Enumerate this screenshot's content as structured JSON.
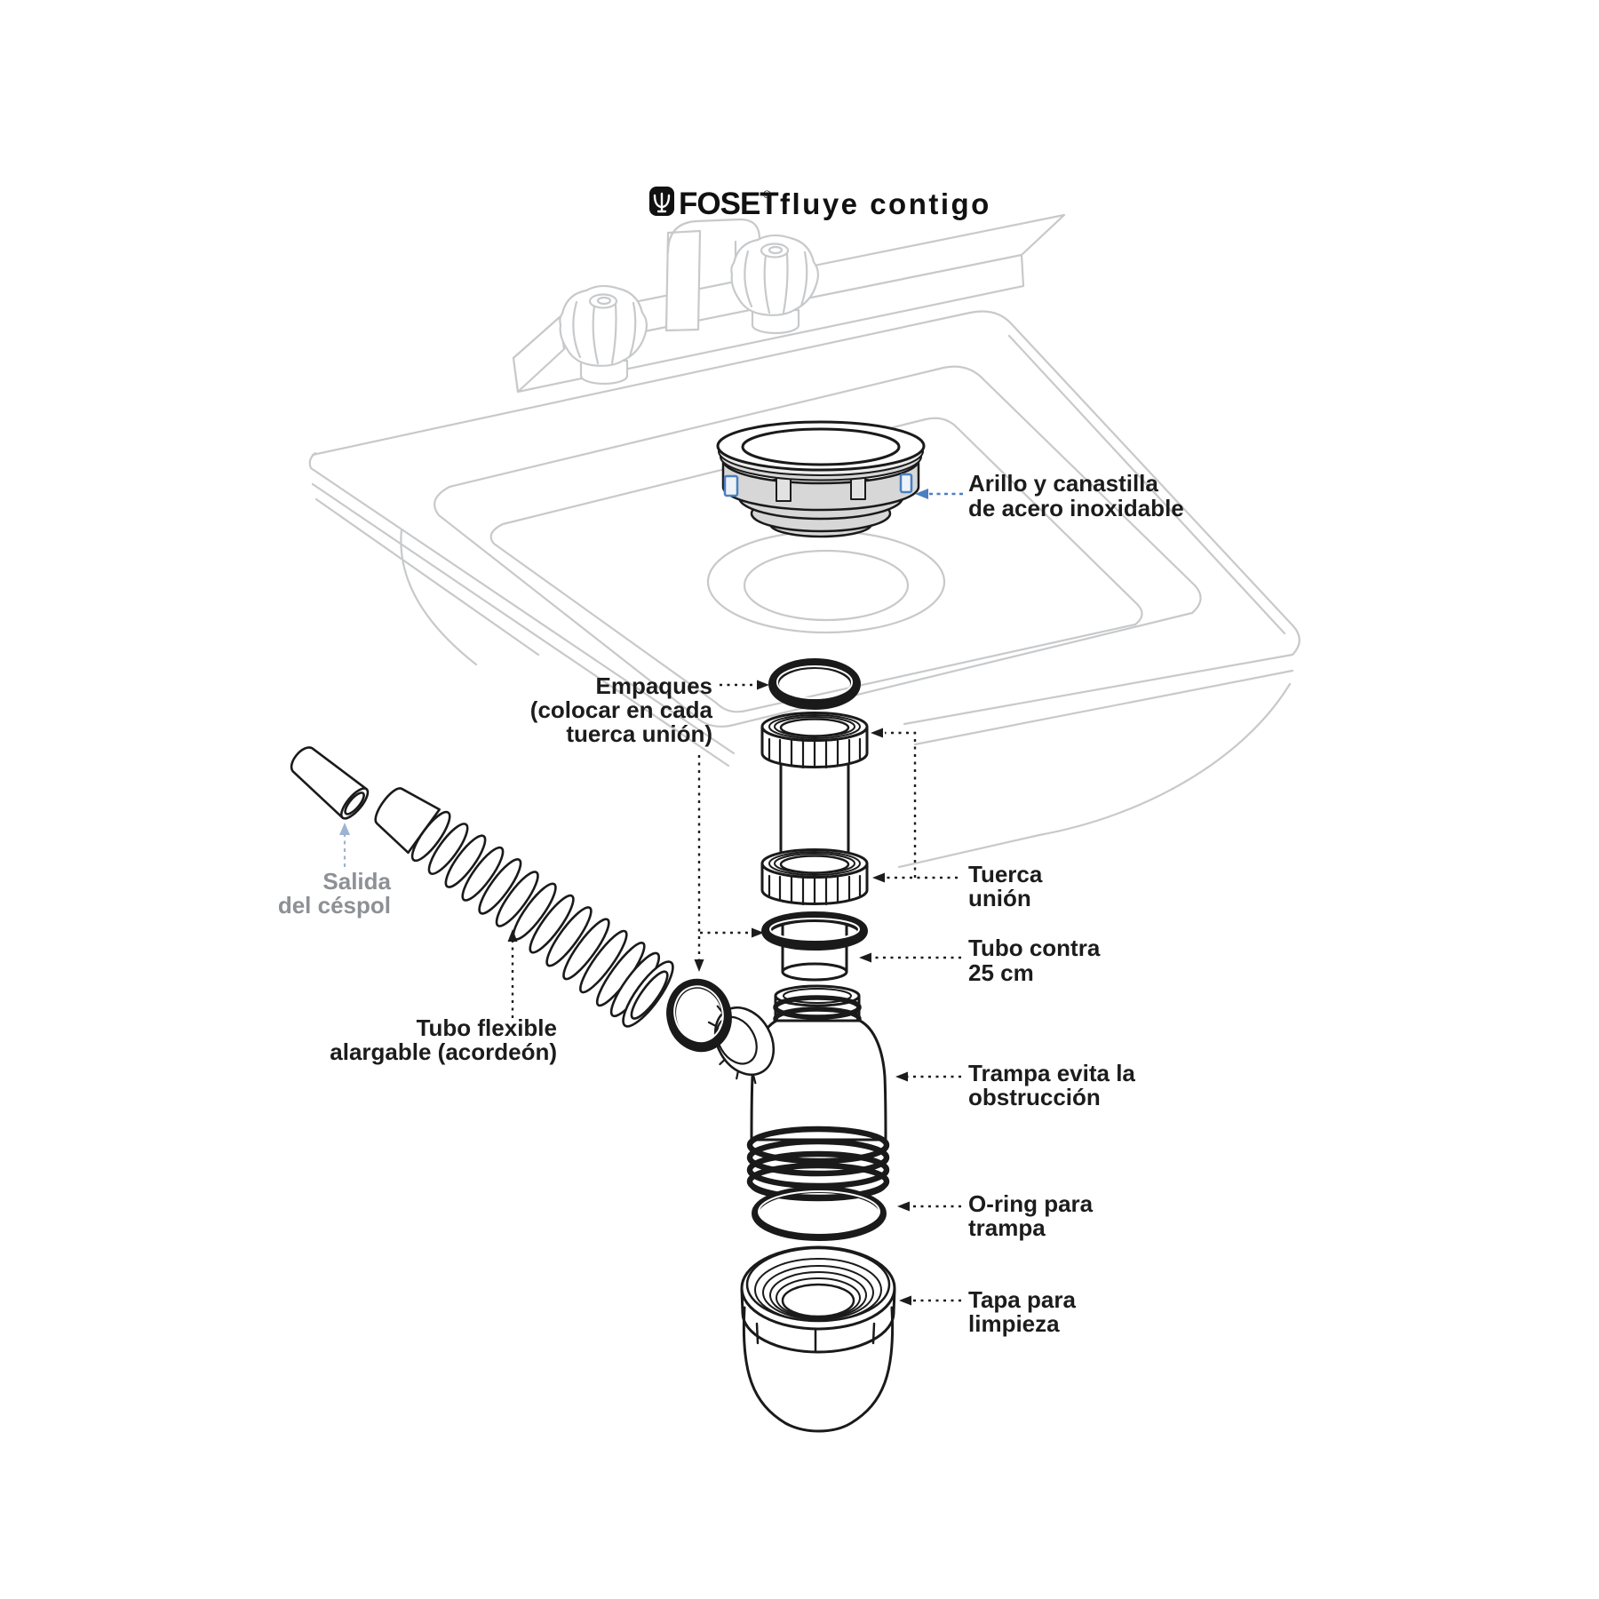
{
  "header": {
    "brand": "FOSET",
    "registered": "®",
    "tagline": "fluye contigo",
    "logo_icon": "foset-trident-icon"
  },
  "colors": {
    "part_line": "#1a1a1a",
    "sink_line": "#c7c9cb",
    "flange_fill": "#d7d7d7",
    "accent_blue": "#4a7fc1",
    "soft_blue": "#9db4d0",
    "gray_text": "#8d9094"
  },
  "labels": {
    "arillo": {
      "lines": [
        "Arillo y canastilla",
        "de acero inoxidable"
      ]
    },
    "empaques": {
      "lines": [
        "Empaques",
        "(colocar en cada",
        "tuerca unión)"
      ]
    },
    "tuerca": {
      "lines": [
        "Tuerca",
        "unión"
      ]
    },
    "tubo_contra": {
      "lines": [
        "Tubo contra",
        "25 cm"
      ]
    },
    "salida": {
      "lines": [
        "Salida",
        "del céspol"
      ]
    },
    "tubo_flexible": {
      "lines": [
        "Tubo flexible",
        "alargable (acordeón)"
      ]
    },
    "trampa": {
      "lines": [
        "Trampa evita la",
        "obstrucción"
      ]
    },
    "oring": {
      "lines": [
        "O-ring para",
        "trampa"
      ]
    },
    "tapa": {
      "lines": [
        "Tapa para",
        "limpieza"
      ]
    }
  }
}
